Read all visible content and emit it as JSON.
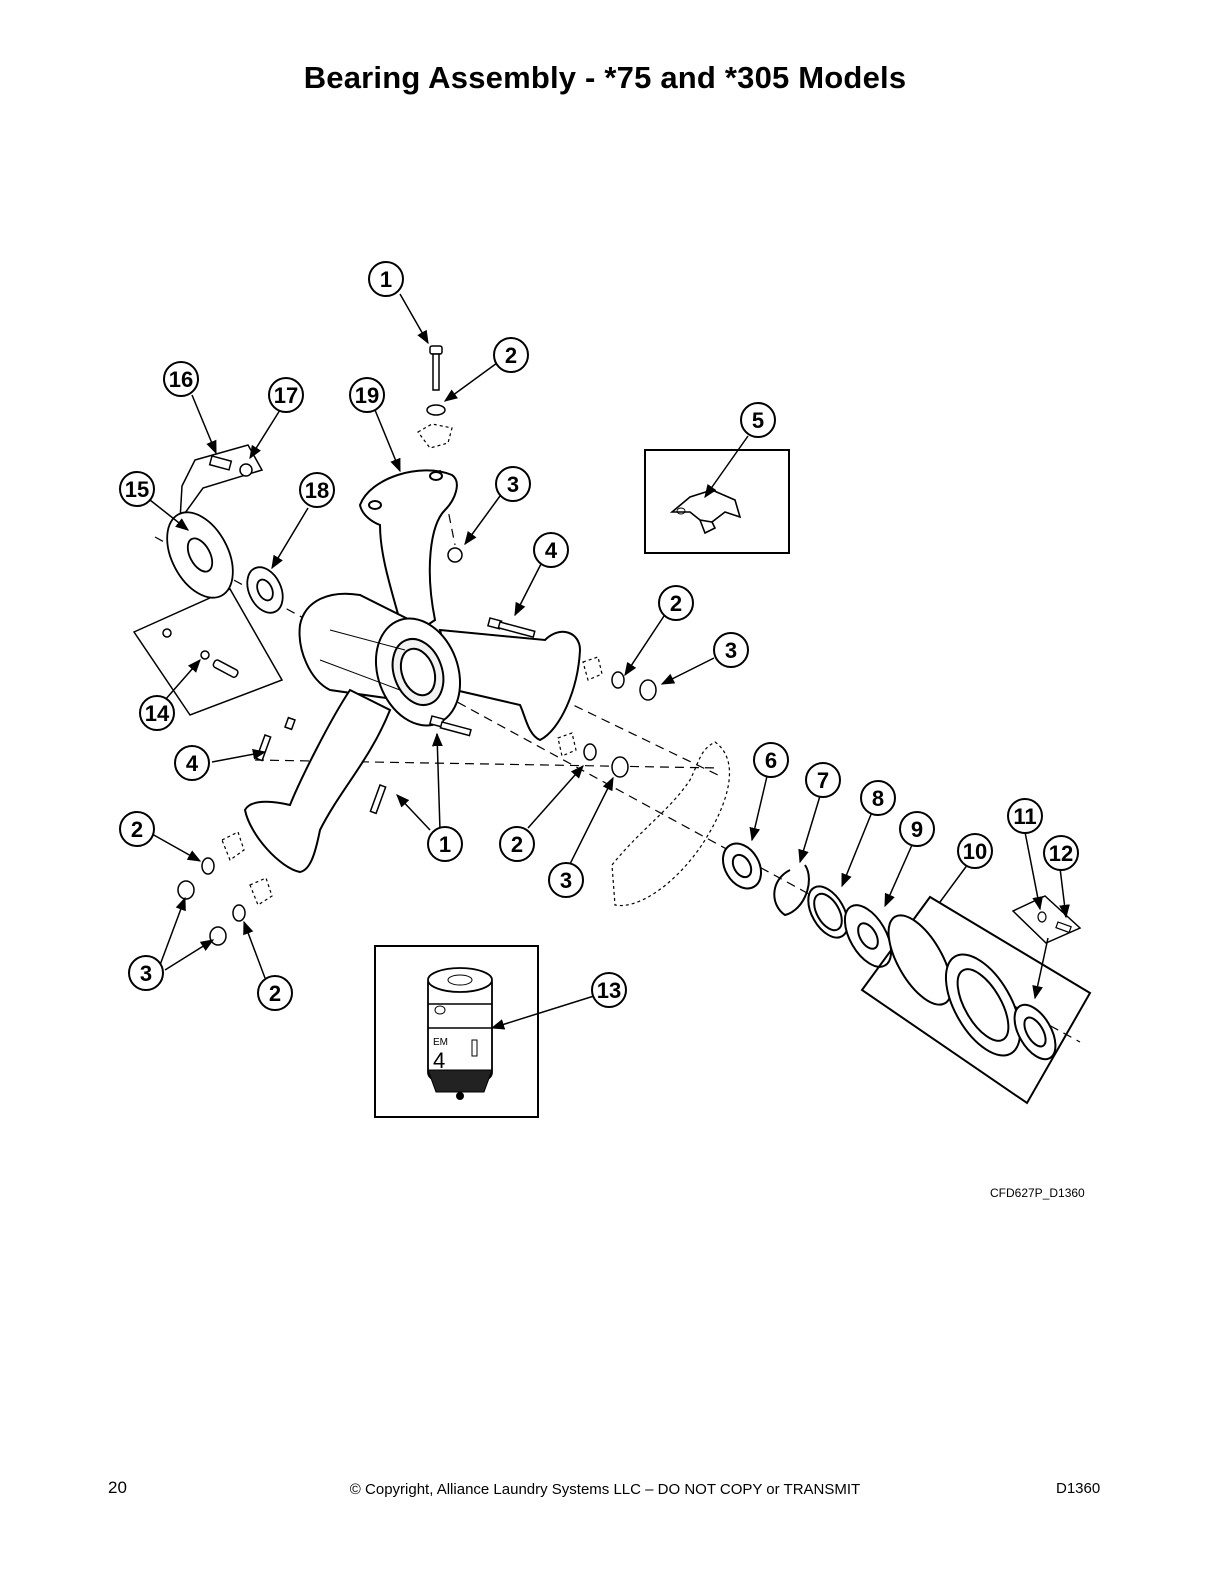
{
  "page": {
    "title": "Bearing Assembly - *75 and *305 Models",
    "figure_ref": "CFD627P_D1360",
    "page_number": "20",
    "copyright": "© Copyright, Alliance Laundry Systems LLC – DO NOT COPY or TRANSMIT",
    "doc_id": "D1360"
  },
  "inset": {
    "label_em": "EM",
    "label_4": "4"
  },
  "callouts": [
    {
      "id": "c1a",
      "label": "1"
    },
    {
      "id": "c2a",
      "label": "2"
    },
    {
      "id": "c16",
      "label": "16"
    },
    {
      "id": "c17",
      "label": "17"
    },
    {
      "id": "c19",
      "label": "19"
    },
    {
      "id": "c5",
      "label": "5"
    },
    {
      "id": "c15",
      "label": "15"
    },
    {
      "id": "c18",
      "label": "18"
    },
    {
      "id": "c3a",
      "label": "3"
    },
    {
      "id": "c4a",
      "label": "4"
    },
    {
      "id": "c2b",
      "label": "2"
    },
    {
      "id": "c3b",
      "label": "3"
    },
    {
      "id": "c14",
      "label": "14"
    },
    {
      "id": "c4b",
      "label": "4"
    },
    {
      "id": "c6",
      "label": "6"
    },
    {
      "id": "c7",
      "label": "7"
    },
    {
      "id": "c8",
      "label": "8"
    },
    {
      "id": "c9",
      "label": "9"
    },
    {
      "id": "c11",
      "label": "11"
    },
    {
      "id": "c10",
      "label": "10"
    },
    {
      "id": "c12",
      "label": "12"
    },
    {
      "id": "c2c",
      "label": "2"
    },
    {
      "id": "c1b",
      "label": "1"
    },
    {
      "id": "c2d",
      "label": "2"
    },
    {
      "id": "c3c",
      "label": "3"
    },
    {
      "id": "c3d",
      "label": "3"
    },
    {
      "id": "c13",
      "label": "13"
    },
    {
      "id": "c2e",
      "label": "2"
    }
  ]
}
